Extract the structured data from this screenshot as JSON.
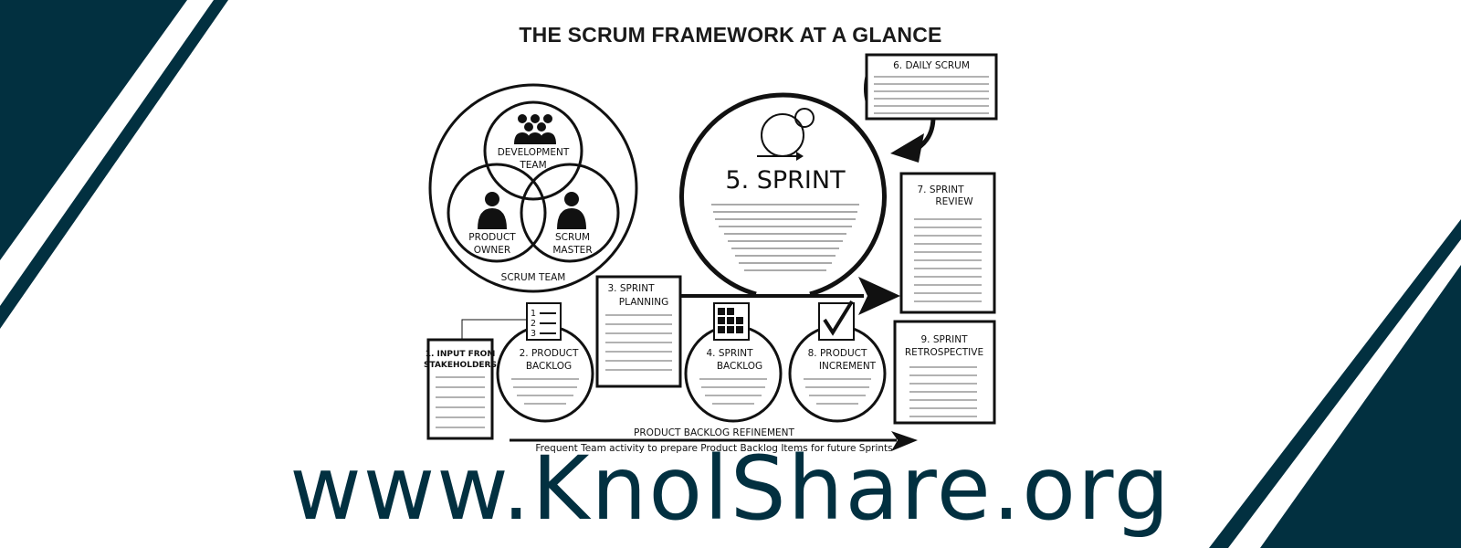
{
  "title": "THE SCRUM FRAMEWORK AT A GLANCE",
  "colors": {
    "brand": "#023040",
    "ink": "#1a1a1a",
    "background": "#ffffff"
  },
  "scrum_team": {
    "label": "SCRUM TEAM",
    "development_team": [
      "DEVELOPMENT",
      "TEAM"
    ],
    "product_owner": [
      "PRODUCT",
      "OWNER"
    ],
    "scrum_master": [
      "SCRUM",
      "MASTER"
    ]
  },
  "steps": {
    "input": [
      "1. INPUT FROM",
      "STAKEHOLDERS"
    ],
    "product_backlog": [
      "2. PRODUCT",
      "BACKLOG"
    ],
    "sprint_planning": [
      "3. SPRINT",
      "PLANNING"
    ],
    "sprint_backlog": [
      "4. SPRINT",
      "BACKLOG"
    ],
    "sprint": "5. SPRINT",
    "daily_scrum": "6. DAILY SCRUM",
    "sprint_review": [
      "7. SPRINT",
      "REVIEW"
    ],
    "product_increment": [
      "8. PRODUCT",
      "INCREMENT"
    ],
    "sprint_retrospective": [
      "9. SPRINT",
      "RETROSPECTIVE"
    ]
  },
  "refinement": {
    "title": "PRODUCT BACKLOG REFINEMENT",
    "description": "Frequent Team activity to prepare Product Backlog Items for future Sprints"
  },
  "backlog_list_numbers": [
    "1",
    "2",
    "3"
  ],
  "website": "www.KnolShare.org"
}
